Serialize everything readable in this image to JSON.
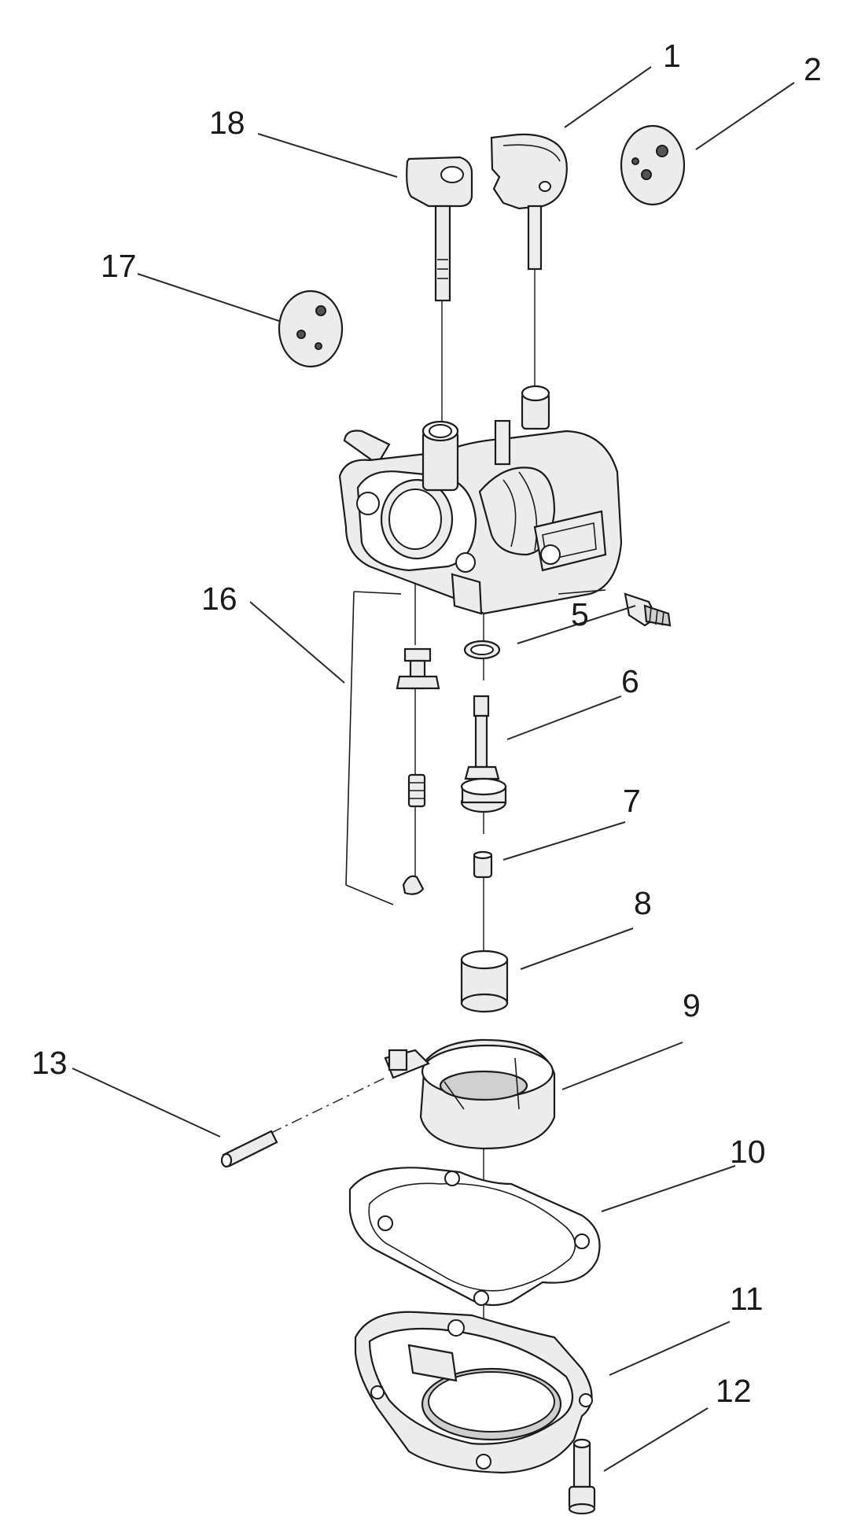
{
  "diagram": {
    "callouts": [
      {
        "id": "1",
        "label": "1"
      },
      {
        "id": "2",
        "label": "2"
      },
      {
        "id": "5",
        "label": "5"
      },
      {
        "id": "6",
        "label": "6"
      },
      {
        "id": "7",
        "label": "7"
      },
      {
        "id": "8",
        "label": "8"
      },
      {
        "id": "9",
        "label": "9"
      },
      {
        "id": "10",
        "label": "10"
      },
      {
        "id": "11",
        "label": "11"
      },
      {
        "id": "12",
        "label": "12"
      },
      {
        "id": "13",
        "label": "13"
      },
      {
        "id": "16",
        "label": "16"
      },
      {
        "id": "17",
        "label": "17"
      },
      {
        "id": "18",
        "label": "18"
      }
    ]
  }
}
